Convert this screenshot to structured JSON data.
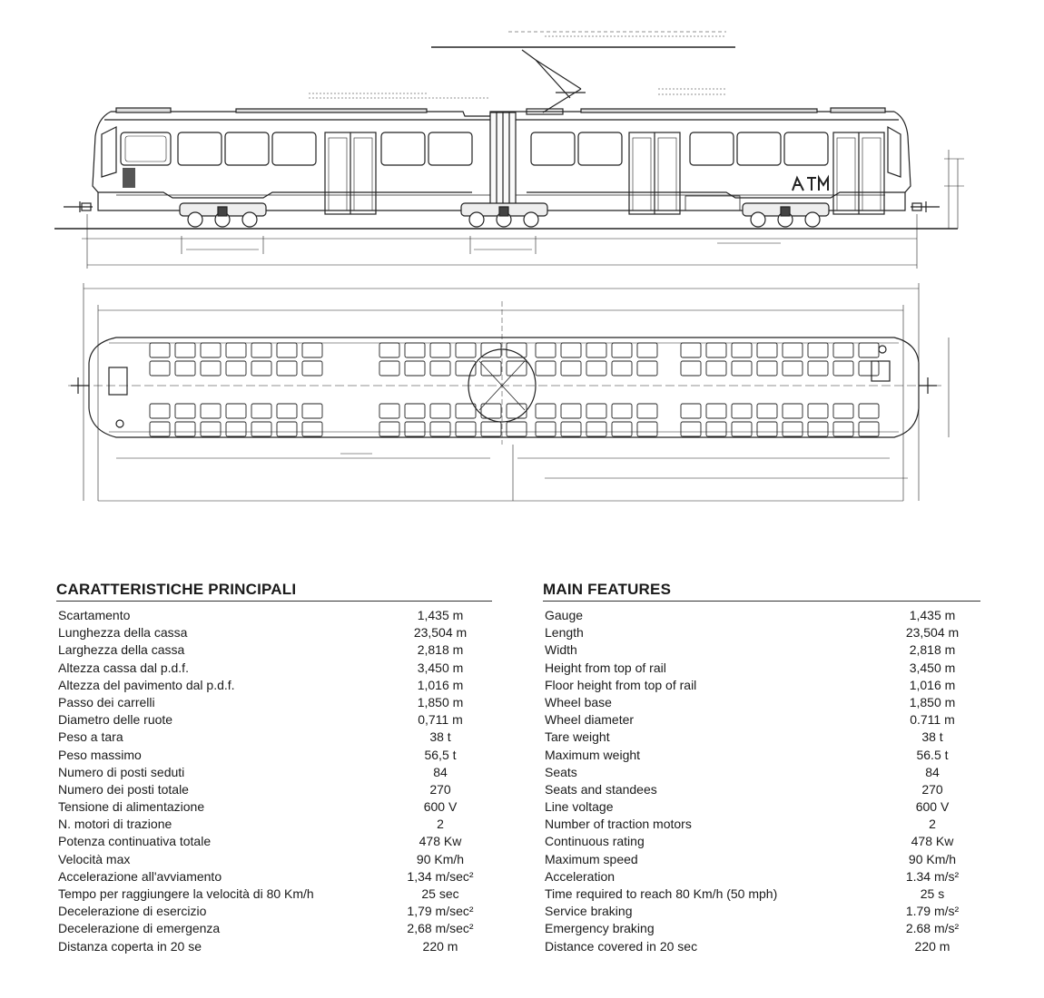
{
  "drawing": {
    "logo_text": "ATM"
  },
  "italian": {
    "heading": "CARATTERISTICHE PRINCIPALI",
    "rows": [
      {
        "label": "Scartamento",
        "value": "1,435 m"
      },
      {
        "label": "Lunghezza della cassa",
        "value": "23,504 m"
      },
      {
        "label": "Larghezza della cassa",
        "value": "2,818 m"
      },
      {
        "label": "Altezza cassa dal p.d.f.",
        "value": "3,450 m"
      },
      {
        "label": "Altezza del pavimento dal p.d.f.",
        "value": "1,016 m"
      },
      {
        "label": "Passo dei carrelli",
        "value": "1,850 m"
      },
      {
        "label": "Diametro delle ruote",
        "value": "0,711 m"
      },
      {
        "label": "Peso a tara",
        "value": "38 t"
      },
      {
        "label": "Peso massimo",
        "value": "56,5 t"
      },
      {
        "label": "Numero di posti seduti",
        "value": "84"
      },
      {
        "label": "Numero dei posti totale",
        "value": "270"
      },
      {
        "label": "Tensione di alimentazione",
        "value": "600 V"
      },
      {
        "label": "N. motori di trazione",
        "value": "2"
      },
      {
        "label": "Potenza continuativa totale",
        "value": "478 Kw"
      },
      {
        "label": "Velocità max",
        "value": "90 Km/h"
      },
      {
        "label": "Accelerazione all'avviamento",
        "value": "1,34 m/sec²"
      },
      {
        "label": "Tempo per raggiungere la velocità di 80 Km/h",
        "value": "25 sec"
      },
      {
        "label": "Decelerazione di esercizio",
        "value": "1,79 m/sec²"
      },
      {
        "label": "Decelerazione di emergenza",
        "value": "2,68 m/sec²"
      },
      {
        "label": "Distanza coperta in 20 se",
        "value": "220 m"
      }
    ]
  },
  "english": {
    "heading": "MAIN FEATURES",
    "rows": [
      {
        "label": "Gauge",
        "value": "1,435 m"
      },
      {
        "label": "Length",
        "value": "23,504 m"
      },
      {
        "label": "Width",
        "value": "2,818 m"
      },
      {
        "label": "Height from top of rail",
        "value": "3,450 m"
      },
      {
        "label": "Floor height from top of rail",
        "value": "1,016 m"
      },
      {
        "label": "Wheel base",
        "value": "1,850 m"
      },
      {
        "label": "Wheel diameter",
        "value": "0.711 m"
      },
      {
        "label": "Tare weight",
        "value": "38 t"
      },
      {
        "label": "Maximum weight",
        "value": "56.5 t"
      },
      {
        "label": "Seats",
        "value": "84"
      },
      {
        "label": "Seats and standees",
        "value": "270"
      },
      {
        "label": "Line voltage",
        "value": "600 V"
      },
      {
        "label": "Number of traction motors",
        "value": "2"
      },
      {
        "label": "Continuous rating",
        "value": "478 Kw"
      },
      {
        "label": "Maximum speed",
        "value": "90 Km/h"
      },
      {
        "label": "Acceleration",
        "value": "1.34 m/s²"
      },
      {
        "label": "Time required to reach 80 Km/h (50 mph)",
        "value": "25 s"
      },
      {
        "label": "Service braking",
        "value": "1.79 m/s²"
      },
      {
        "label": "Emergency braking",
        "value": "2.68 m/s²"
      },
      {
        "label": "Distance covered in 20 sec",
        "value": "220 m"
      }
    ]
  }
}
